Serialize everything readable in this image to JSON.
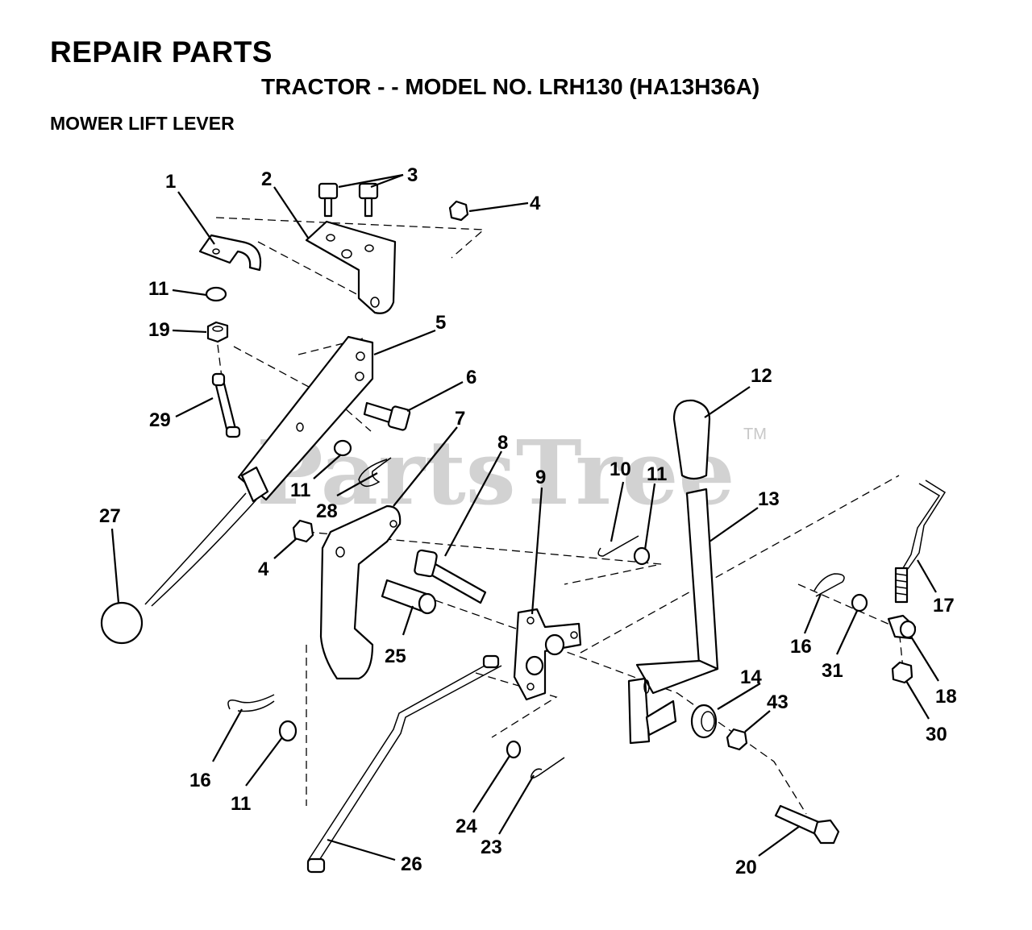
{
  "header": {
    "title": "REPAIR PARTS",
    "model": "TRACTOR - - MODEL NO. LRH130 (HA13H36A)",
    "section": "MOWER LIFT LEVER"
  },
  "watermark": {
    "text": "PartsTree",
    "trademark": "TM"
  },
  "callouts": [
    {
      "id": "c1",
      "label": "1"
    },
    {
      "id": "c2",
      "label": "2"
    },
    {
      "id": "c3",
      "label": "3"
    },
    {
      "id": "c4a",
      "label": "4"
    },
    {
      "id": "c4b",
      "label": "4"
    },
    {
      "id": "c5",
      "label": "5"
    },
    {
      "id": "c6",
      "label": "6"
    },
    {
      "id": "c7",
      "label": "7"
    },
    {
      "id": "c8",
      "label": "8"
    },
    {
      "id": "c9",
      "label": "9"
    },
    {
      "id": "c10",
      "label": "10"
    },
    {
      "id": "c11a",
      "label": "11"
    },
    {
      "id": "c11b",
      "label": "11"
    },
    {
      "id": "c11c",
      "label": "11"
    },
    {
      "id": "c11d",
      "label": "11"
    },
    {
      "id": "c12",
      "label": "12"
    },
    {
      "id": "c13",
      "label": "13"
    },
    {
      "id": "c14",
      "label": "14"
    },
    {
      "id": "c16a",
      "label": "16"
    },
    {
      "id": "c16b",
      "label": "16"
    },
    {
      "id": "c17",
      "label": "17"
    },
    {
      "id": "c18",
      "label": "18"
    },
    {
      "id": "c19",
      "label": "19"
    },
    {
      "id": "c20",
      "label": "20"
    },
    {
      "id": "c23",
      "label": "23"
    },
    {
      "id": "c24",
      "label": "24"
    },
    {
      "id": "c25",
      "label": "25"
    },
    {
      "id": "c26",
      "label": "26"
    },
    {
      "id": "c27",
      "label": "27"
    },
    {
      "id": "c28",
      "label": "28"
    },
    {
      "id": "c29",
      "label": "29"
    },
    {
      "id": "c30",
      "label": "30"
    },
    {
      "id": "c31",
      "label": "31"
    },
    {
      "id": "c43",
      "label": "43"
    }
  ]
}
